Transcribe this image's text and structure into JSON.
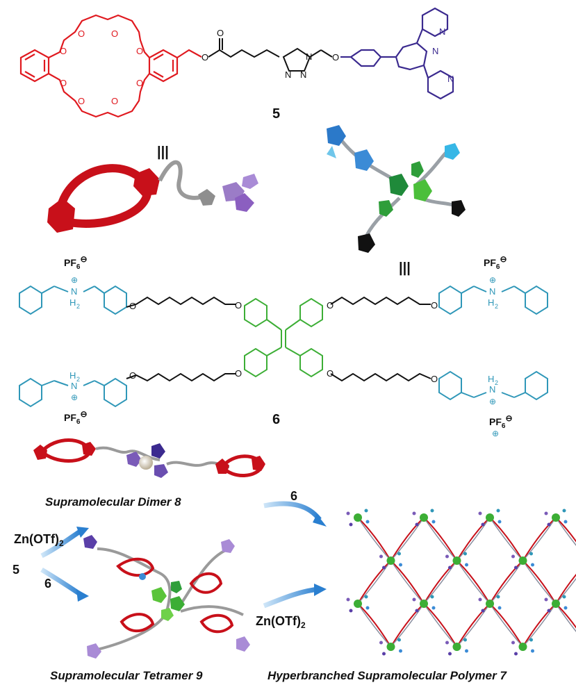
{
  "labels": {
    "compound5": "5",
    "compound6": "6",
    "dimer": "Supramolecular Dimer 8",
    "tetramer": "Supramolecular Tetramer 9",
    "polymer": "Hyperbranched Supramolecular Polymer 7",
    "pf6": "PF",
    "pf6_sub": "6",
    "nh2": "N",
    "h2": "H",
    "h2_sub": "2",
    "n": "N",
    "o": "O",
    "zn_a": "Zn(OTf)",
    "zn_sub": "2",
    "reagent5": "5",
    "reagent6": "6",
    "arrow6": "6",
    "equiv": "|||"
  },
  "colors": {
    "crown": "#e0191f",
    "terpy": "#3b2a8f",
    "ammonium": "#2f97b8",
    "tpe": "#3cae35",
    "arrow": "#3d8fd6",
    "ink": "#111111"
  }
}
